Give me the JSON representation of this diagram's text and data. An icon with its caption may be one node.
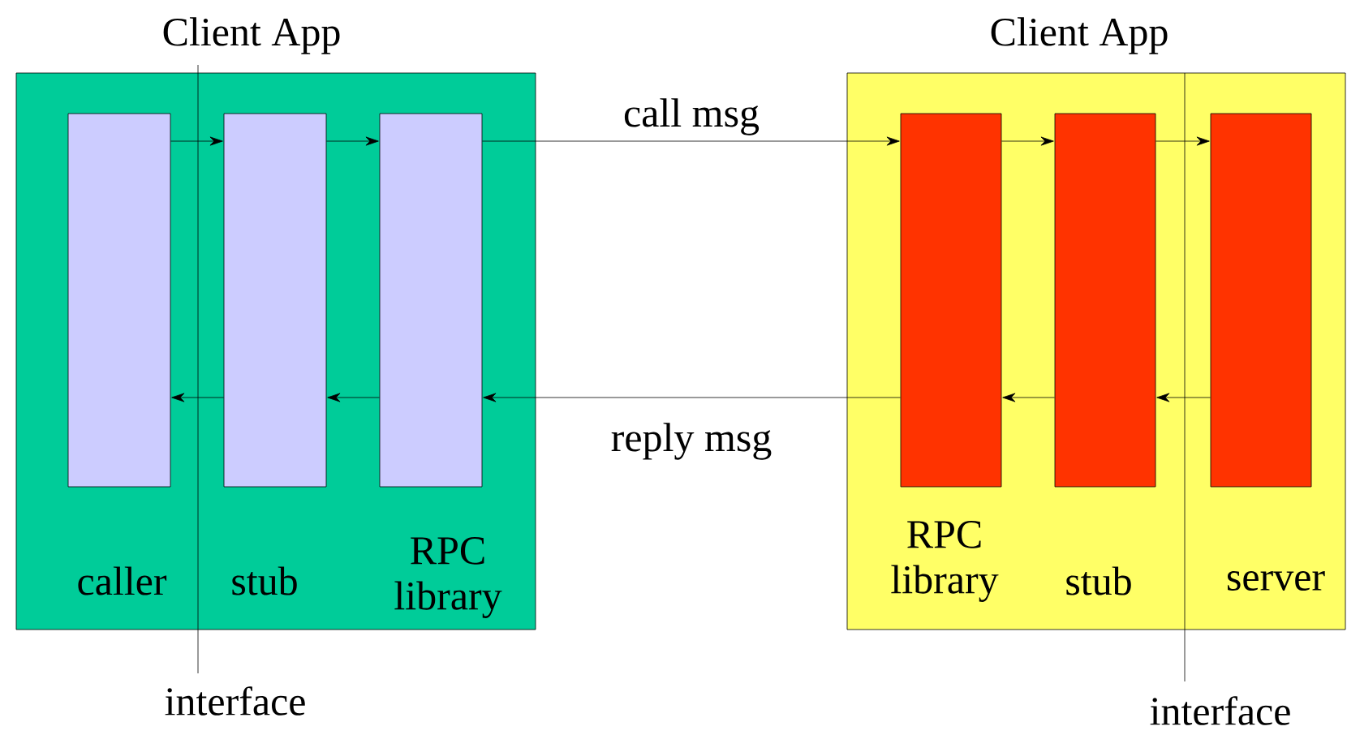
{
  "diagram": {
    "nodes": [
      {
        "text": [
          "Client App"
        ]
      },
      {
        "text": [
          "caller"
        ],
        "in": 0
      },
      {
        "text": [
          "stub"
        ],
        "in": 0
      },
      {
        "text": [
          "RPC library"
        ],
        "in": 0
      },
      {
        "text": [
          "Client App"
        ]
      },
      {
        "text": [
          "RPC library"
        ],
        "in": 4
      },
      {
        "text": [
          "stub"
        ],
        "in": 4
      },
      {
        "text": [
          "server"
        ],
        "in": 4
      }
    ],
    "edges": [
      {
        "from": 1,
        "to": 2,
        "arrow": "to"
      },
      {
        "from": 2,
        "to": 3,
        "arrow": "to"
      },
      {
        "from": 3,
        "to": 5,
        "arrow": "to",
        "label": "call msg"
      },
      {
        "from": 5,
        "to": 6,
        "arrow": "to"
      },
      {
        "from": 6,
        "to": 7,
        "arrow": "to"
      },
      {
        "from": 7,
        "to": 6,
        "arrow": "to"
      },
      {
        "from": 6,
        "to": 5,
        "arrow": "to"
      },
      {
        "from": 5,
        "to": 3,
        "arrow": "to",
        "label": "reply msg"
      },
      {
        "from": 3,
        "to": 2,
        "arrow": "to"
      },
      {
        "from": 2,
        "to": 1,
        "arrow": "to"
      }
    ],
    "labels": [
      "interface",
      "interface"
    ]
  }
}
